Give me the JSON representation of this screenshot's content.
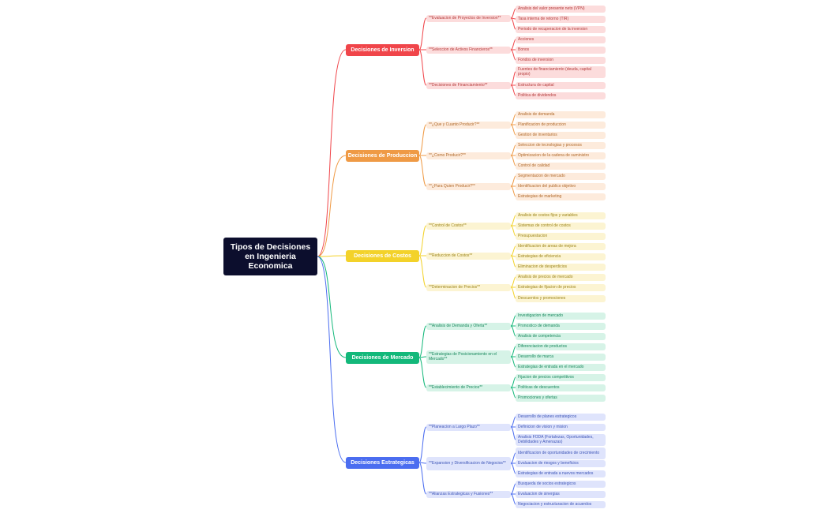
{
  "root": "Tipos de Decisiones en Ingenieria Economica",
  "categories": [
    {
      "label": "Decisiones de Inversion",
      "color": "#f0454a",
      "light": "#fcdcdc",
      "text": "#b43a3a",
      "subs": [
        {
          "label": "**Evaluacion de Proyectos de Inversion**",
          "leaves": [
            "Analisis del valor presente neto (VPN)",
            "Tasa interna de retorno (TIR)",
            "Periodo de recuperacion de la inversion"
          ]
        },
        {
          "label": "**Seleccion de Activos Financieros**",
          "leaves": [
            "Acciones",
            "Bonos",
            "Fondos de inversion"
          ]
        },
        {
          "label": "**Decisiones de Financiamiento**",
          "leaves": [
            "Fuentes de financiamiento (deuda, capital propio)",
            "Estructura de capital",
            "Politica de dividendos"
          ]
        }
      ]
    },
    {
      "label": "Decisiones de Produccion",
      "color": "#ef9a45",
      "light": "#fdebdc",
      "text": "#b0692a",
      "subs": [
        {
          "label": "**¿Que y Cuanto Producir?**",
          "leaves": [
            "Analisis de demanda",
            "Planificacion de produccion",
            "Gestion de inventarios"
          ]
        },
        {
          "label": "**¿Como Producir?**",
          "leaves": [
            "Seleccion de tecnologias y procesos",
            "Optimizacion de la cadena de suministro",
            "Control de calidad"
          ]
        },
        {
          "label": "**¿Para Quien Producir?**",
          "leaves": [
            "Segmentacion de mercado",
            "Identificacion del publico objetivo",
            "Estrategias de marketing"
          ]
        }
      ]
    },
    {
      "label": "Decisiones de Costos",
      "color": "#f3d22a",
      "light": "#fcf4d2",
      "text": "#9c8418",
      "subs": [
        {
          "label": "**Control de Costos**",
          "leaves": [
            "Analisis de costos fijos y variables",
            "Sistemas de control de costos",
            "Presupuestacion"
          ]
        },
        {
          "label": "**Reduccion de Costos**",
          "leaves": [
            "Identificacion de areas de mejora",
            "Estrategias de eficiencia",
            "Eliminacion de desperdicios"
          ]
        },
        {
          "label": "**Determinacion de Precios**",
          "leaves": [
            "Analisis de precios de mercado",
            "Estrategias de fijacion de precios",
            "Descuentos y promociones"
          ]
        }
      ]
    },
    {
      "label": "Decisiones de Mercado",
      "color": "#13b87a",
      "light": "#d6f3e7",
      "text": "#17885c",
      "subs": [
        {
          "label": "**Analisis de Demanda y Oferta**",
          "leaves": [
            "Investigacion de mercado",
            "Pronostico de demanda",
            "Analisis de competencia"
          ]
        },
        {
          "label": "**Estrategias de Posicionamiento en el Mercado**",
          "leaves": [
            "Diferenciacion de productos",
            "Desarrollo de marca",
            "Estrategias de entrada en el mercado"
          ]
        },
        {
          "label": "**Establecimiento de Precios**",
          "leaves": [
            "Fijacion de precios competitivos",
            "Politicas de descuentos",
            "Promociones y ofertas"
          ]
        }
      ]
    },
    {
      "label": "Decisiones Estrategicas",
      "color": "#4b6df0",
      "light": "#dfe4fc",
      "text": "#3d55b8",
      "subs": [
        {
          "label": "**Planeacion a Largo Plazo**",
          "leaves": [
            "Desarrollo de planes estrategicos",
            "Definicion de vision y mision",
            "Analisis FODA (Fortalezas, Oportunidades, Debilidades y Amenazas)"
          ]
        },
        {
          "label": "**Expansion y Diversificacion de Negocios**",
          "leaves": [
            "Identificacion de oportunidades de crecimiento",
            "Evaluacion de riesgos y beneficios",
            "Estrategias de entrada a nuevos mercados"
          ]
        },
        {
          "label": "**Alianzas Estrategicas y Fusiones**",
          "leaves": [
            "Busqueda de socios estrategicos",
            "Evaluacion de sinergias",
            "Negociacion y estructuracion de acuerdos"
          ]
        }
      ]
    }
  ]
}
